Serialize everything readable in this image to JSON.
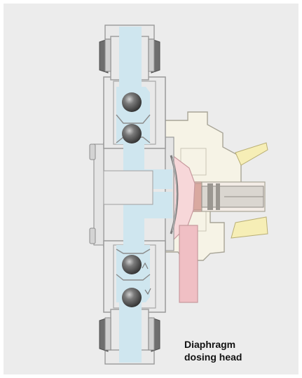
{
  "caption": {
    "line1": "Diaphragm",
    "line2": "dosing head"
  },
  "colors": {
    "background": "#ececec",
    "body_fill": "#e9e9e9",
    "outline": "#9a9a9a",
    "fluid": "#cfe6ef",
    "valve_ball": "#555555",
    "actuator_pink": "#f0bfc4",
    "actuator_rod": "#d9a9a0",
    "yellow_linkage": "#f6eeb6",
    "cream_housing": "#f6f3e6",
    "nut_dark": "#6e6e6e"
  },
  "components": [
    "inlet-connector",
    "upper-valve-ball",
    "lower-valve-ball",
    "pump-chamber",
    "diaphragm",
    "plunger-rod",
    "yellow-linkage",
    "outlet-connector"
  ]
}
